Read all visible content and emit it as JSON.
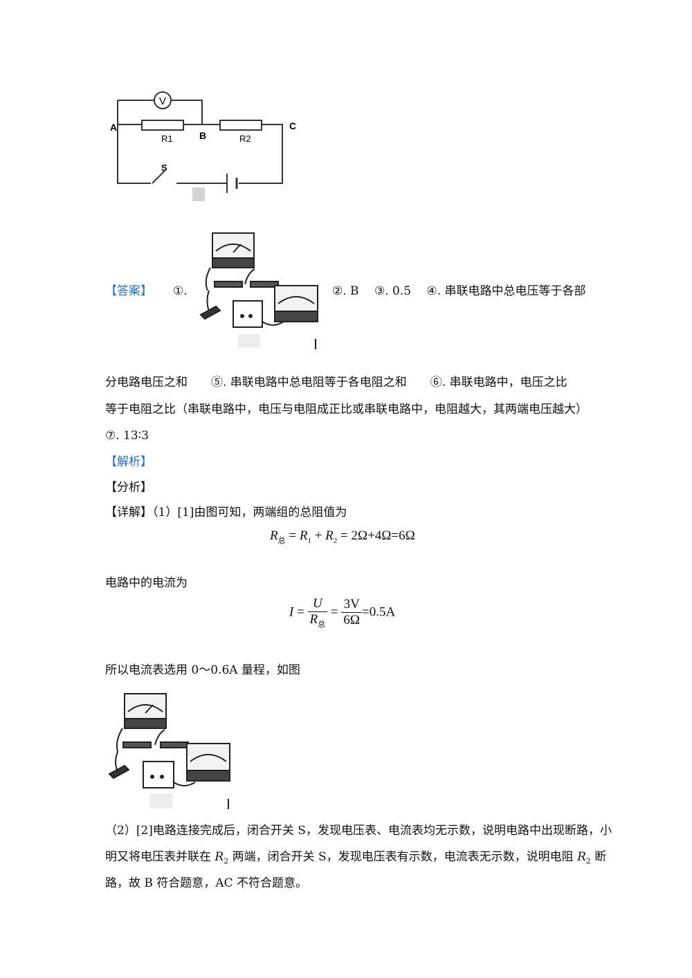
{
  "circuit": {
    "voltmeter": "V",
    "labels": {
      "a": "A",
      "b": "B",
      "c": "C",
      "r1": "R1",
      "r2": "R2",
      "s": "S"
    }
  },
  "answer": {
    "tag": "【答案】",
    "item1": "①.",
    "items_rest": "②. B　 ③. 0.5　 ④. 串联电路中总电压等于各部",
    "line2": "分电路电压之和　　⑤. 串联电路中总电阻等于各电阻之和　　⑥. 串联电路中，电压之比",
    "line3": "等于电阻之比（串联电路中，电压与电阻成正比或串联电路中，电阻越大，其两端电压越大）",
    "line4": "⑦. 13∶3"
  },
  "analysis": {
    "tag": "【解析】",
    "fenxi": "【分析】",
    "detail_tag": "【详解】",
    "detail_intro": "（1）[1]由图可知，两端组的总阻值为",
    "formula1": {
      "lhs": "R",
      "lhs_sub": "总",
      "eq1": " = ",
      "r1": "R",
      "r1_sub": "1",
      "plus": " + ",
      "r2": "R",
      "r2_sub": "2",
      "rhs": " = 2Ω+4Ω=6Ω"
    },
    "current_intro": "电路中的电流为",
    "formula2": {
      "lhs": "I",
      "eq": " = ",
      "num1": "U",
      "den1": "R",
      "den1_sub": "总",
      "eq2": " = ",
      "num2": "3V",
      "den2": "6Ω",
      "rhs": "=0.5A"
    },
    "range_text": "所以电流表选用 0～0.6A 量程，如图",
    "part2_line1": "（2）[2]电路连接完成后，闭合开关 S，发现电压表、电流表均无示数，说明电路中出现断路，小",
    "part2_line2_a": "明又将电压表并联在 ",
    "part2_line2_r": "R",
    "part2_line2_sub": "2",
    "part2_line2_b": " 两端，闭合开关 S，发现电压表有示数，电流表无示数，说明电阻 ",
    "part2_line2_r2": "R",
    "part2_line2_sub2": "2",
    "part2_line2_c": " 断",
    "part2_line3": "路，故 B 符合题意，AC 不符合题意。"
  },
  "colors": {
    "accent": "#2a6fb5"
  }
}
